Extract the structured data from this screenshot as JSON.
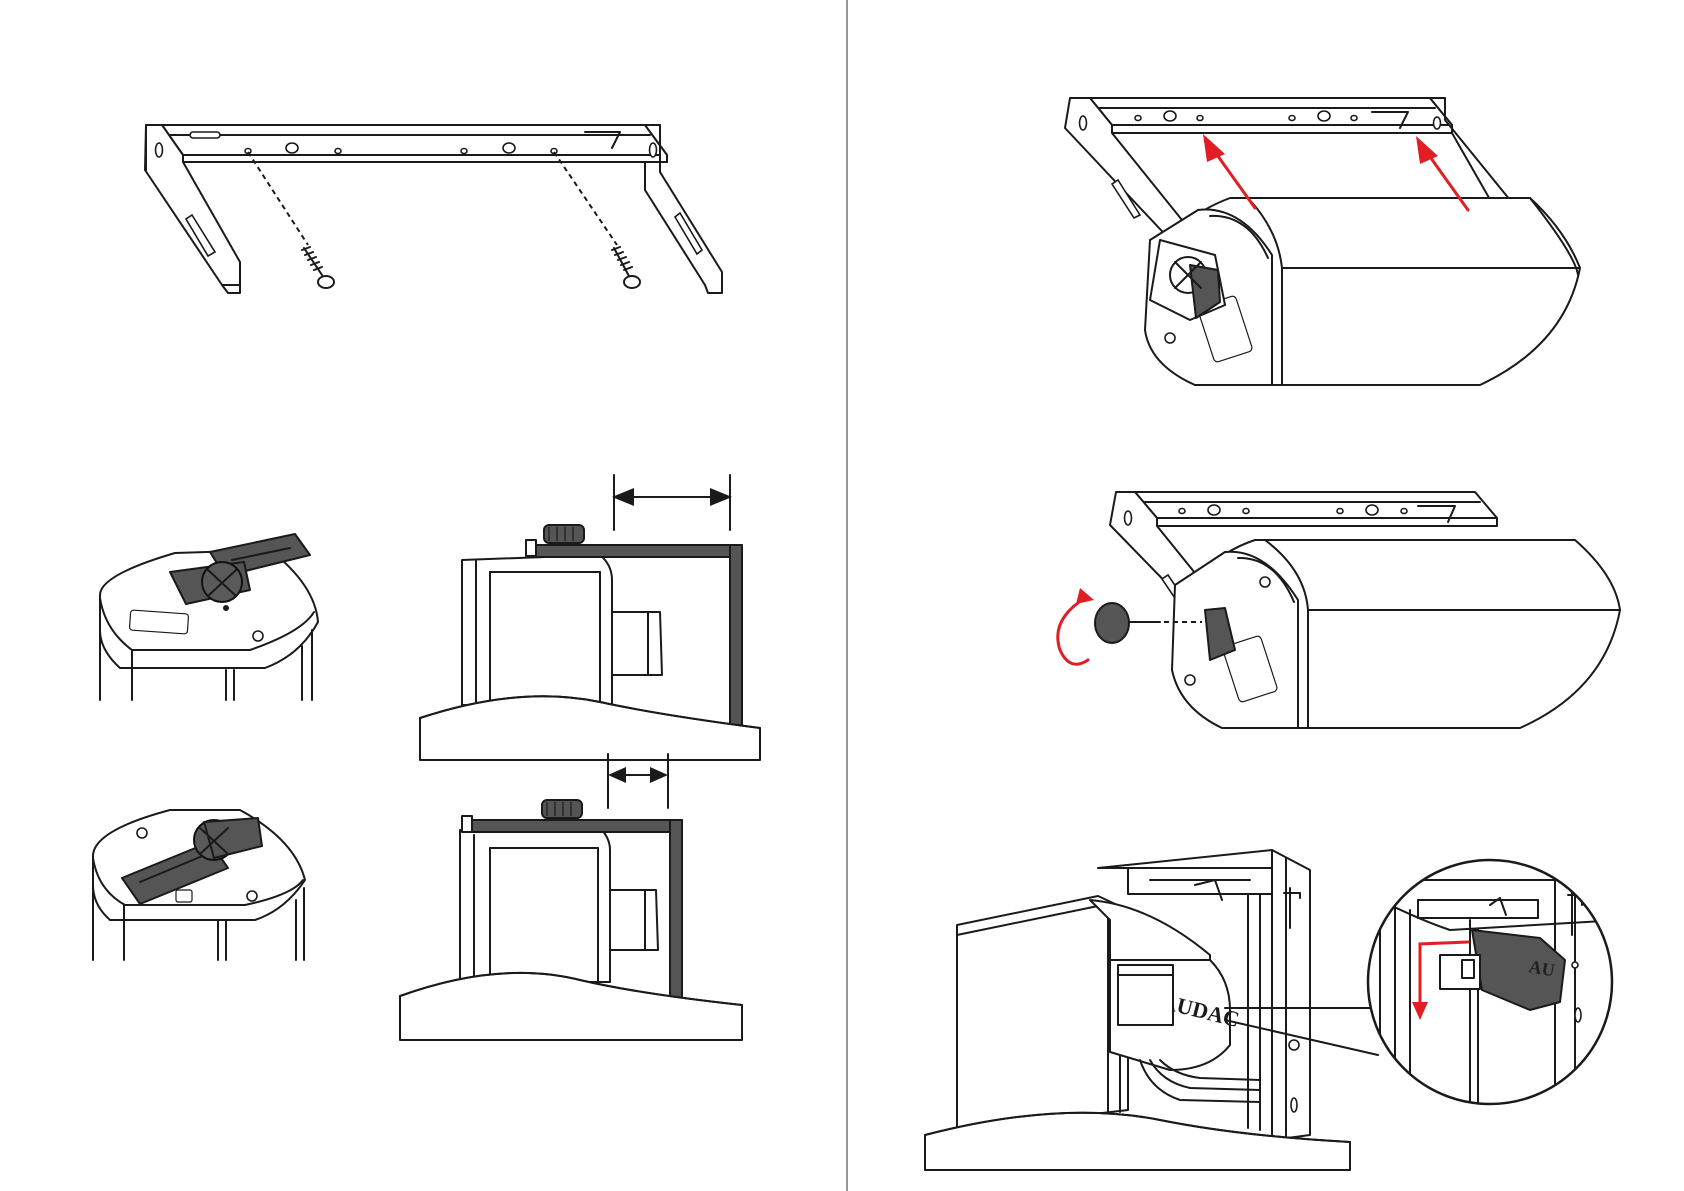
{
  "figures": [
    {
      "id": "bracket-screws",
      "description_visible": ""
    },
    {
      "id": "speaker-mount-arrows"
    },
    {
      "id": "knob-rotation"
    },
    {
      "id": "bracket-positions"
    },
    {
      "id": "final-mount-detail"
    }
  ],
  "brand_text": "AUDAC",
  "colors": {
    "line": "#1a1a1a",
    "accent": "#e01e24",
    "dark_fill": "#555555",
    "background": "#ffffff"
  }
}
